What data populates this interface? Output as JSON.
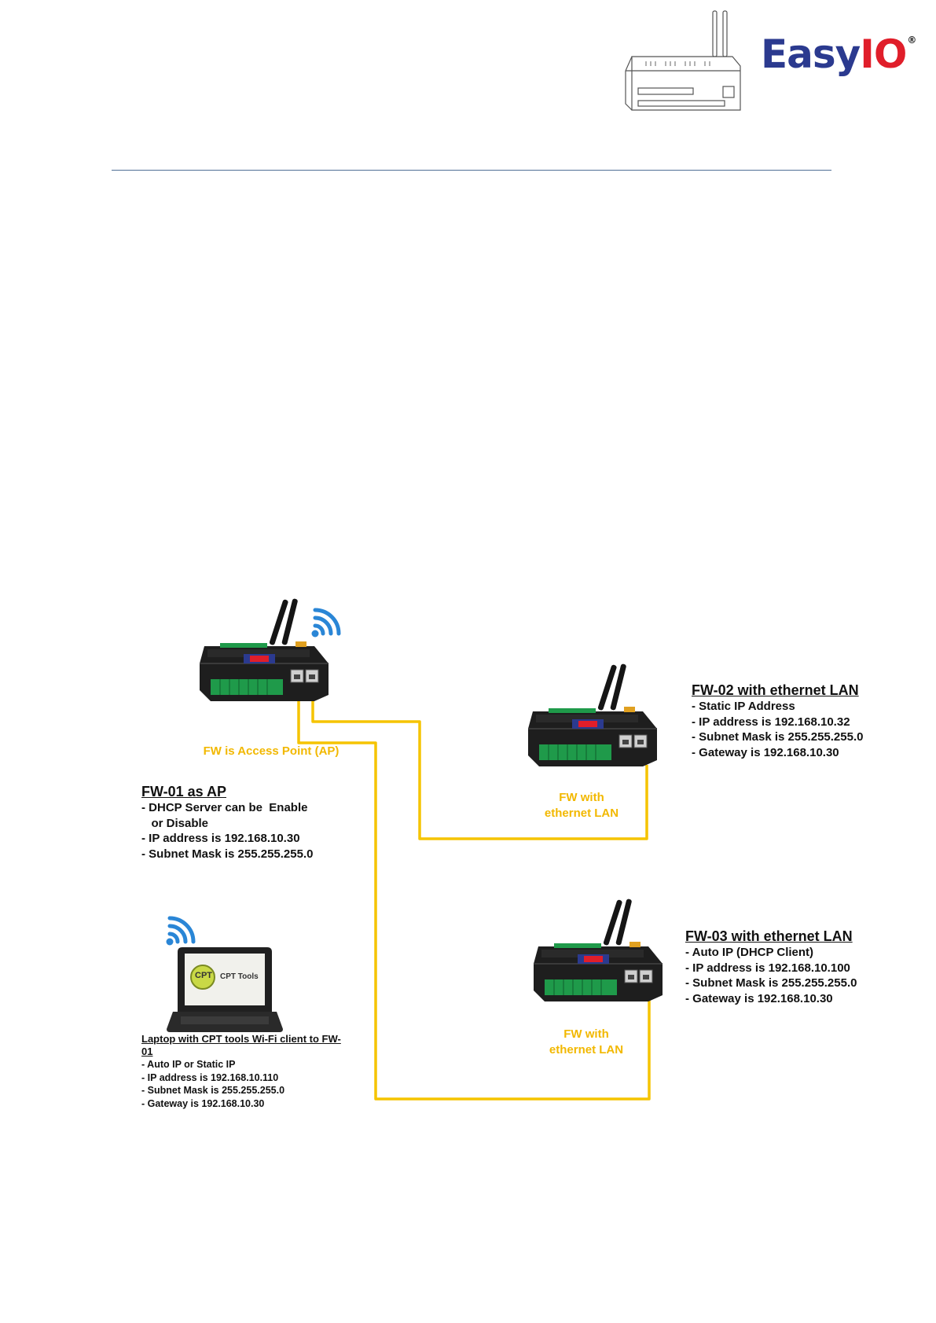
{
  "brand": {
    "name_main": "Easy",
    "name_accent": "IO",
    "registered_mark": "®"
  },
  "labels": {
    "ap_device": "FW is Access Point (AP)",
    "fw02_device": "FW with\nethernet LAN",
    "fw03_device": "FW with\nethernet LAN"
  },
  "fw01": {
    "title": "FW-01 as AP",
    "lines": [
      "- DHCP Server can be  Enable",
      "   or Disable",
      "- IP address is 192.168.10.30",
      "- Subnet Mask is 255.255.255.0"
    ]
  },
  "fw02": {
    "title": "FW-02 with ethernet LAN",
    "lines": [
      "- Static IP Address",
      "- IP address is 192.168.10.32",
      "- Subnet Mask is 255.255.255.0",
      "- Gateway is 192.168.10.30"
    ]
  },
  "fw03": {
    "title": "FW-03 with ethernet LAN",
    "lines": [
      "- Auto IP (DHCP Client)",
      "- IP address is 192.168.10.100",
      "- Subnet Mask is 255.255.255.0",
      "- Gateway is 192.168.10.30"
    ]
  },
  "laptop": {
    "title": "Laptop with CPT tools Wi-Fi client to FW-01",
    "screen_logo": "CPT",
    "screen_text": "CPT Tools",
    "lines": [
      "- Auto IP or Static IP",
      "- IP address is 192.168.10.110",
      "- Subnet Mask is 255.255.255.0",
      "- Gateway is 192.168.10.30"
    ]
  },
  "colors": {
    "cable": "#f5c400",
    "wifi": "#2a86d6",
    "device_body": "#1e1e1e",
    "terminal_green": "#1f9a4a"
  }
}
